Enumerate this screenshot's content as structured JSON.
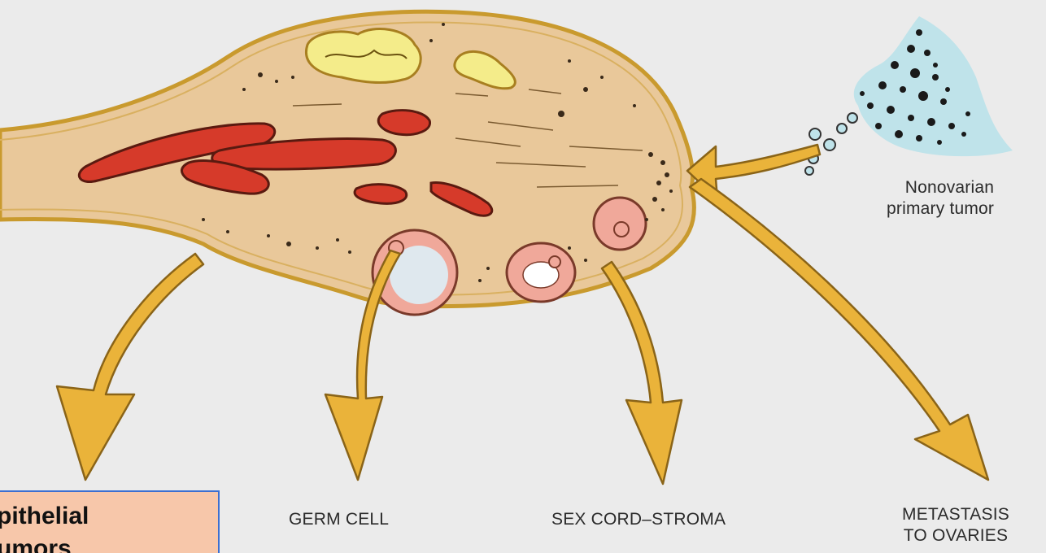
{
  "labels": {
    "nonovarian_line1": "Nonovarian",
    "nonovarian_line2": "primary tumor",
    "germ_cell": "GERM CELL",
    "sex_cord": "SEX CORD–STROMA",
    "metastasis_line1": "METASTASIS",
    "metastasis_line2": "TO OVARIES"
  },
  "callout": {
    "line1": "pithelial",
    "line2": "umors"
  },
  "colors": {
    "background": "#ebebeb",
    "ovary_fill": "#e9c89a",
    "ovary_outline": "#c99a2e",
    "vessel_red": "#d63a2a",
    "follicle_pink": "#f0a89a",
    "corpus_yellow": "#f4ec8a",
    "arrow_fill": "#eab33a",
    "tumor_blue": "#bfe3ea",
    "callout_fill": "#f7c7aa",
    "callout_border": "#3c6fd0"
  }
}
